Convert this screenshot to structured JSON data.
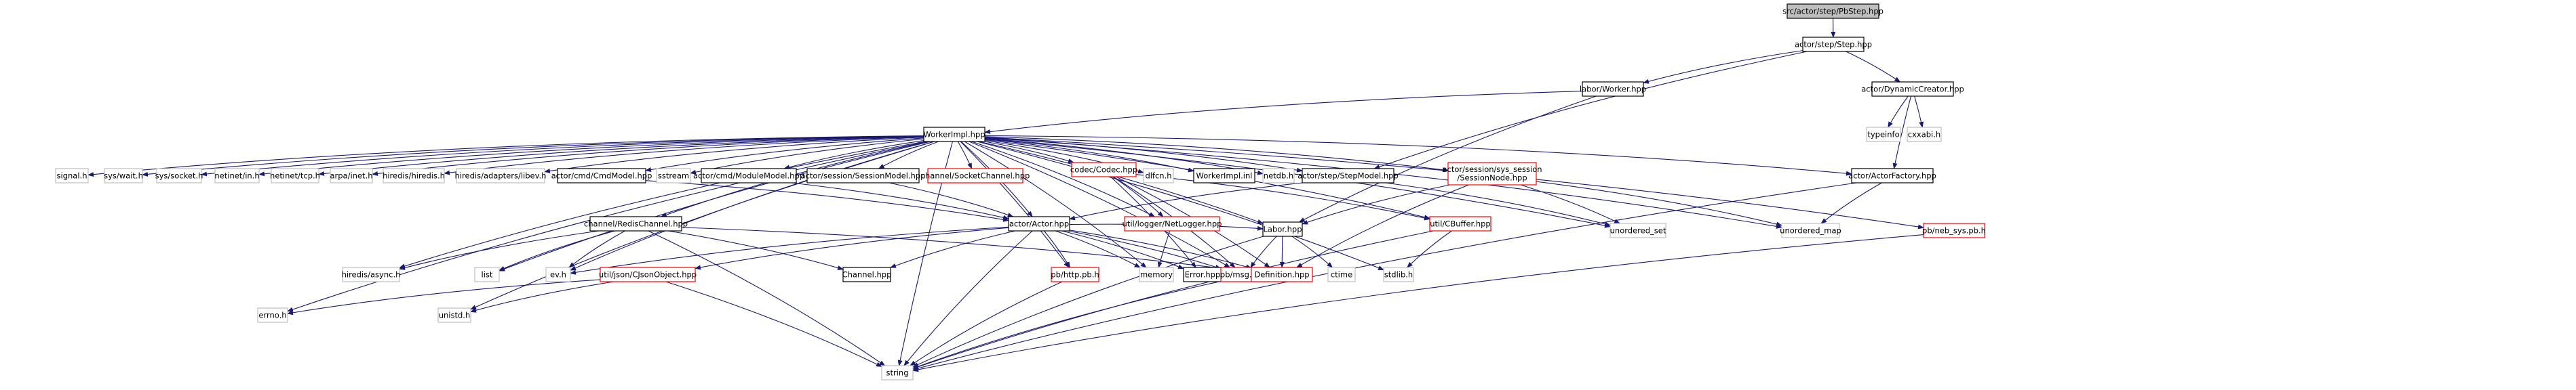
{
  "diagram": {
    "kind": "include-dependency-graph",
    "colors": {
      "root_fill": "#bfbfbf",
      "doc_border": "#000000",
      "ext_border": "#bfbfbf",
      "red_border": "#ff0000",
      "edge": "#191970",
      "text": "#000000"
    },
    "nodes": [
      {
        "id": "root",
        "label": "src/actor/step/PbStep.hpp",
        "style": "root"
      },
      {
        "id": "step",
        "label": "actor/step/Step.hpp",
        "style": "doc"
      },
      {
        "id": "worker",
        "label": "labor/Worker.hpp",
        "style": "doc"
      },
      {
        "id": "dyncreator",
        "label": "actor/DynamicCreator.hpp",
        "style": "doc"
      },
      {
        "id": "typeinfo",
        "label": "typeinfo",
        "style": "ext"
      },
      {
        "id": "cxxabi",
        "label": "cxxabi.h",
        "style": "ext"
      },
      {
        "id": "workerimpl",
        "label": "WorkerImpl.hpp",
        "style": "doc"
      },
      {
        "id": "signal",
        "label": "signal.h",
        "style": "ext"
      },
      {
        "id": "syswait",
        "label": "sys/wait.h",
        "style": "ext"
      },
      {
        "id": "syssocket",
        "label": "sys/socket.h",
        "style": "ext"
      },
      {
        "id": "netinetin",
        "label": "netinet/in.h",
        "style": "ext"
      },
      {
        "id": "netinettcp",
        "label": "netinet/tcp.h",
        "style": "ext"
      },
      {
        "id": "arpainet",
        "label": "arpa/inet.h",
        "style": "ext"
      },
      {
        "id": "hiredis",
        "label": "hiredis/hiredis.h",
        "style": "ext"
      },
      {
        "id": "libev",
        "label": "hiredis/adapters/libev.h",
        "style": "ext"
      },
      {
        "id": "cmdmodel",
        "label": "actor/cmd/CmdModel.hpp",
        "style": "doc"
      },
      {
        "id": "sstream",
        "label": "sstream",
        "style": "ext"
      },
      {
        "id": "modulemodel",
        "label": "actor/cmd/ModuleModel.hpp",
        "style": "doc"
      },
      {
        "id": "sessionmodel",
        "label": "actor/session/SessionModel.hpp",
        "style": "doc"
      },
      {
        "id": "socketchannel",
        "label": "channel/SocketChannel.hpp",
        "style": "red"
      },
      {
        "id": "codec",
        "label": "codec/Codec.hpp",
        "style": "red"
      },
      {
        "id": "dlfcn",
        "label": "dlfcn.h",
        "style": "ext"
      },
      {
        "id": "workerimplinl",
        "label": "WorkerImpl.inl",
        "style": "doc"
      },
      {
        "id": "netdb",
        "label": "netdb.h",
        "style": "ext"
      },
      {
        "id": "stepmodel",
        "label": "actor/step/StepModel.hpp",
        "style": "doc"
      },
      {
        "id": "sysnode",
        "label": "actor/session/sys_session/SessionNode.hpp",
        "lines": [
          "actor/session/sys_session",
          "/SessionNode.hpp"
        ],
        "style": "red"
      },
      {
        "id": "actorfactory",
        "label": "actor/ActorFactory.hpp",
        "style": "doc"
      },
      {
        "id": "redischannel",
        "label": "channel/RedisChannel.hpp",
        "style": "doc"
      },
      {
        "id": "actor",
        "label": "actor/Actor.hpp",
        "style": "doc"
      },
      {
        "id": "netlogger",
        "label": "util/logger/NetLogger.hpp",
        "style": "red"
      },
      {
        "id": "labor",
        "label": "Labor.hpp",
        "style": "doc"
      },
      {
        "id": "cbuffer",
        "label": "util/CBuffer.hpp",
        "style": "red"
      },
      {
        "id": "unorderedset",
        "label": "unordered_set",
        "style": "ext"
      },
      {
        "id": "unorderedmap",
        "label": "unordered_map",
        "style": "ext"
      },
      {
        "id": "nebsys",
        "label": "pb/neb_sys.pb.h",
        "style": "red"
      },
      {
        "id": "hiredisasync",
        "label": "hiredis/async.h",
        "style": "ext"
      },
      {
        "id": "list",
        "label": "list",
        "style": "ext"
      },
      {
        "id": "evh",
        "label": "ev.h",
        "style": "ext"
      },
      {
        "id": "cjson",
        "label": "util/json/CJsonObject.hpp",
        "style": "red"
      },
      {
        "id": "channel",
        "label": "Channel.hpp",
        "style": "doc"
      },
      {
        "id": "pbhttp",
        "label": "pb/http.pb.h",
        "style": "red"
      },
      {
        "id": "memory",
        "label": "memory",
        "style": "ext"
      },
      {
        "id": "errorhpp",
        "label": "Error.hpp",
        "style": "doc"
      },
      {
        "id": "pbmsg",
        "label": "pb/msg.pb.h",
        "style": "red"
      },
      {
        "id": "definition",
        "label": "Definition.hpp",
        "style": "red"
      },
      {
        "id": "ctime",
        "label": "ctime",
        "style": "ext"
      },
      {
        "id": "stdlib",
        "label": "stdlib.h",
        "style": "ext"
      },
      {
        "id": "errno",
        "label": "errno.h",
        "style": "ext"
      },
      {
        "id": "unistd",
        "label": "unistd.h",
        "style": "ext"
      },
      {
        "id": "string",
        "label": "string",
        "style": "ext"
      }
    ],
    "edges": [
      [
        "root",
        "step"
      ],
      [
        "step",
        "worker"
      ],
      [
        "step",
        "dyncreator"
      ],
      [
        "step",
        "stepmodel"
      ],
      [
        "dyncreator",
        "typeinfo"
      ],
      [
        "dyncreator",
        "cxxabi"
      ],
      [
        "dyncreator",
        "actorfactory"
      ],
      [
        "worker",
        "workerimpl"
      ],
      [
        "worker",
        "labor"
      ],
      [
        "workerimpl",
        "signal"
      ],
      [
        "workerimpl",
        "syswait"
      ],
      [
        "workerimpl",
        "syssocket"
      ],
      [
        "workerimpl",
        "netinetin"
      ],
      [
        "workerimpl",
        "netinettcp"
      ],
      [
        "workerimpl",
        "arpainet"
      ],
      [
        "workerimpl",
        "hiredis"
      ],
      [
        "workerimpl",
        "libev"
      ],
      [
        "workerimpl",
        "cmdmodel"
      ],
      [
        "workerimpl",
        "sstream"
      ],
      [
        "workerimpl",
        "modulemodel"
      ],
      [
        "workerimpl",
        "sessionmodel"
      ],
      [
        "workerimpl",
        "socketchannel"
      ],
      [
        "workerimpl",
        "codec"
      ],
      [
        "workerimpl",
        "dlfcn"
      ],
      [
        "workerimpl",
        "workerimplinl"
      ],
      [
        "workerimpl",
        "netdb"
      ],
      [
        "workerimpl",
        "stepmodel"
      ],
      [
        "workerimpl",
        "sysnode"
      ],
      [
        "workerimpl",
        "actorfactory"
      ],
      [
        "workerimpl",
        "redischannel"
      ],
      [
        "workerimpl",
        "actor"
      ],
      [
        "workerimpl",
        "netlogger"
      ],
      [
        "workerimpl",
        "labor"
      ],
      [
        "workerimpl",
        "cbuffer"
      ],
      [
        "workerimpl",
        "unorderedset"
      ],
      [
        "workerimpl",
        "unorderedmap"
      ],
      [
        "workerimpl",
        "nebsys"
      ],
      [
        "workerimpl",
        "hiredisasync"
      ],
      [
        "workerimpl",
        "list"
      ],
      [
        "workerimpl",
        "evh"
      ],
      [
        "workerimpl",
        "pbhttp"
      ],
      [
        "workerimpl",
        "memory"
      ],
      [
        "workerimpl",
        "pbmsg"
      ],
      [
        "workerimpl",
        "stdlib"
      ],
      [
        "workerimpl",
        "errno"
      ],
      [
        "workerimpl",
        "unistd"
      ],
      [
        "workerimpl",
        "string"
      ],
      [
        "cmdmodel",
        "actor"
      ],
      [
        "modulemodel",
        "actor"
      ],
      [
        "sessionmodel",
        "actor"
      ],
      [
        "stepmodel",
        "actor"
      ],
      [
        "stepmodel",
        "unorderedset"
      ],
      [
        "codec",
        "netlogger"
      ],
      [
        "codec",
        "errorhpp"
      ],
      [
        "codec",
        "definition"
      ],
      [
        "codec",
        "pbmsg"
      ],
      [
        "codec",
        "cbuffer"
      ],
      [
        "sysnode",
        "unorderedset"
      ],
      [
        "sysnode",
        "unorderedmap"
      ],
      [
        "sysnode",
        "definition"
      ],
      [
        "sysnode",
        "labor"
      ],
      [
        "actorfactory",
        "unorderedmap"
      ],
      [
        "actorfactory",
        "string"
      ],
      [
        "redischannel",
        "hiredisasync"
      ],
      [
        "redischannel",
        "list"
      ],
      [
        "redischannel",
        "channel"
      ],
      [
        "redischannel",
        "definition"
      ],
      [
        "redischannel",
        "string"
      ],
      [
        "redischannel",
        "evh"
      ],
      [
        "actor",
        "memory"
      ],
      [
        "actor",
        "evh"
      ],
      [
        "actor",
        "cjson"
      ],
      [
        "actor",
        "channel"
      ],
      [
        "actor",
        "pbhttp"
      ],
      [
        "actor",
        "errorhpp"
      ],
      [
        "actor",
        "pbmsg"
      ],
      [
        "actor",
        "definition"
      ],
      [
        "actor",
        "string"
      ],
      [
        "actor",
        "labor"
      ],
      [
        "netlogger",
        "memory"
      ],
      [
        "labor",
        "pbmsg"
      ],
      [
        "labor",
        "definition"
      ],
      [
        "labor",
        "ctime"
      ],
      [
        "labor",
        "string"
      ],
      [
        "cbuffer",
        "stdlib"
      ],
      [
        "cbuffer",
        "string"
      ],
      [
        "nebsys",
        "string"
      ],
      [
        "cjson",
        "errno"
      ],
      [
        "cjson",
        "unistd"
      ],
      [
        "cjson",
        "string"
      ],
      [
        "pbhttp",
        "string"
      ],
      [
        "pbmsg",
        "string"
      ]
    ]
  }
}
